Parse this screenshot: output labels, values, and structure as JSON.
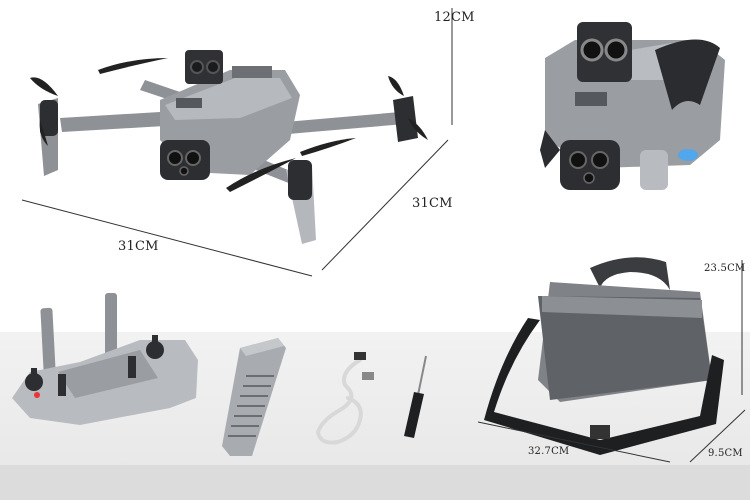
{
  "dimensions": {
    "drone_height": "12CM",
    "drone_depth": "31CM",
    "drone_width": "31CM",
    "bag_height": "23.5CM",
    "bag_length": "32.7CM",
    "bag_depth": "9.5CM"
  },
  "colors": {
    "drone_body": "#8f9296",
    "drone_dark": "#2b2d30",
    "background_floor": "#ececec",
    "accent_light": "#3fa9ff"
  },
  "items": [
    {
      "icon": "drone-icon"
    },
    {
      "icon": "drone-front-icon"
    },
    {
      "icon": "remote-controller-icon"
    },
    {
      "icon": "battery-icon"
    },
    {
      "icon": "usb-cable-icon"
    },
    {
      "icon": "screwdriver-icon"
    },
    {
      "icon": "carry-bag-icon"
    }
  ]
}
